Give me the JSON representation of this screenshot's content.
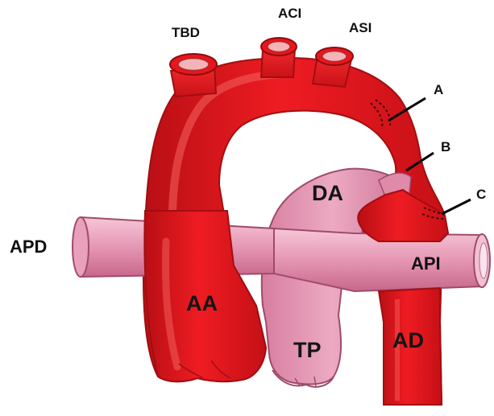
{
  "diagram": {
    "labels": {
      "tbd": "TBD",
      "aci": "ACI",
      "asi": "ASI",
      "a": "A",
      "b": "B",
      "c": "C",
      "apd": "APD",
      "da": "DA",
      "api": "API",
      "aa": "AA",
      "tp": "TP",
      "ad": "AD"
    },
    "colors": {
      "aorta": "#e8161b",
      "aorta_dark": "#a40e12",
      "aorta_highlight": "#f26a62",
      "pulmonary": "#e89ab6",
      "pulmonary_dark": "#b45b7c",
      "pulmonary_highlight": "#f8d3e0",
      "lumen": "#f5b5b8",
      "pointer_line": "#000000"
    }
  }
}
